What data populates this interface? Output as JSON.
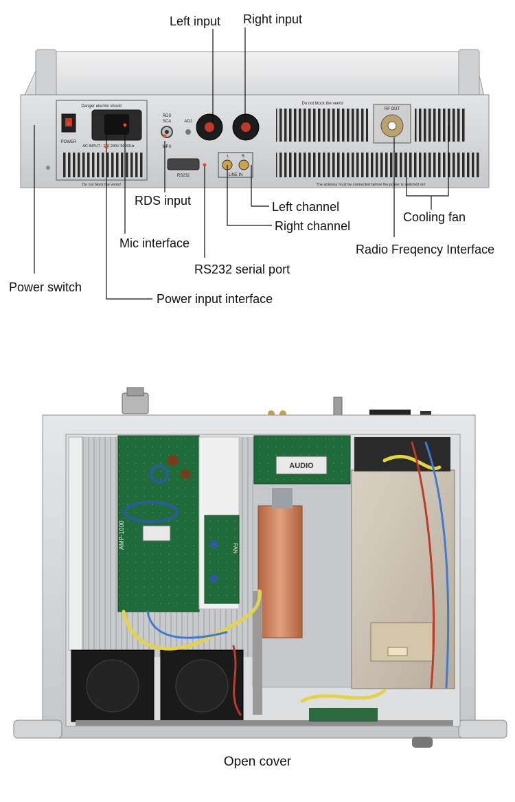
{
  "top_figure": {
    "callouts": {
      "left_input": "Left input",
      "right_input": "Right input",
      "rds_input": "RDS input",
      "left_channel": "Left channel",
      "right_channel": "Right channel",
      "cooling_fan": "Cooling fan",
      "radio_frequency_interface": "Radio Freqency Interface",
      "mic_interface": "Mic interface",
      "rs232_serial_port": "RS232 serial port",
      "power_switch": "Power switch",
      "power_input_interface": "Power input interface"
    },
    "panel_labels": {
      "danger": "Danger electric shock!",
      "power": "POWER",
      "ac_input": "AC INPUT : 110-240V 50/60Hz",
      "no_block_left": "Do not block the vents!",
      "rds_sca": "RDS",
      "sca": "SCA",
      "mpx": "MPX",
      "adj": "ADJ",
      "rs232": "RS232",
      "line_in": "LINE IN",
      "l": "L",
      "r": "R",
      "no_block_right": "Do not block the vents!",
      "rf_out": "RF OUT",
      "antenna_warning": "The antenna must be connected before the power is switched on!"
    }
  },
  "bottom_figure": {
    "caption": "Open cover",
    "board_labels": {
      "audio": "AUDIO",
      "amp": "AMP-1000",
      "fan": "FAN"
    }
  }
}
